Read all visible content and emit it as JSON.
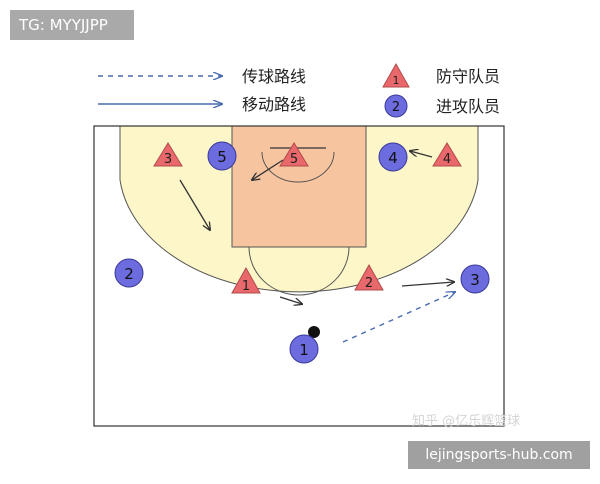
{
  "header_tag": "TG: MYYJJPP",
  "footer_site": "lejingsports-hub.com",
  "watermark": "知乎 @亿乐辉篮球",
  "legend": {
    "pass_label": "传球路线",
    "move_label": "移动路线",
    "defender_label": "防守队员",
    "defender_sample": "1",
    "attacker_label": "进攻队员",
    "attacker_sample": "2"
  },
  "defenders": [
    "1",
    "2",
    "3",
    "4",
    "5"
  ],
  "attackers": [
    "1",
    "2",
    "3",
    "4",
    "5"
  ],
  "colors": {
    "court_fill": "#fdf6c8",
    "paint_fill": "#f7c4a0",
    "defender_fill": "#e8686b",
    "attacker_fill": "#6c6cde",
    "line_color": "#333333",
    "arrow_color": "#4a6bb0",
    "tag_background": "#a9a9a9"
  }
}
